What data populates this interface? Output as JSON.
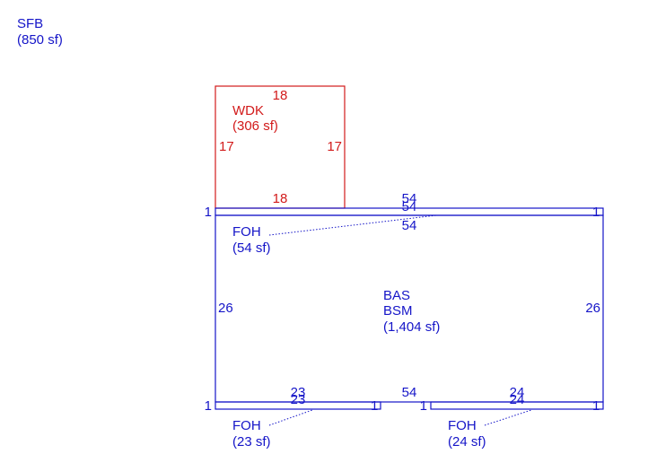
{
  "colors": {
    "main": "#1515c8",
    "deck": "#d21a1a"
  },
  "header": {
    "line1": "SFB",
    "line2": "(850 sf)"
  },
  "wdk": {
    "name": "WDK",
    "area": "(306 sf)",
    "dim_top": "18",
    "dim_bottom": "18",
    "dim_left": "17",
    "dim_right": "17"
  },
  "foh_top": {
    "name": "FOH",
    "area": "(54 sf)",
    "dim_top_a": "54",
    "dim_top_b": "54",
    "dim_bottom": "54",
    "dim_left": "1",
    "dim_right": "1"
  },
  "bas": {
    "name1": "BAS",
    "name2": "BSM",
    "area": "(1,404 sf)",
    "dim_left": "26",
    "dim_right": "26",
    "dim_bottom": "54"
  },
  "foh_left": {
    "name": "FOH",
    "area": "(23 sf)",
    "dim_a": "23",
    "dim_b": "23",
    "dim_left": "1",
    "dim_right": "1"
  },
  "foh_right": {
    "name": "FOH",
    "area": "(24 sf)",
    "dim_a": "24",
    "dim_b": "24",
    "dim_left": "1",
    "dim_right": "1"
  }
}
